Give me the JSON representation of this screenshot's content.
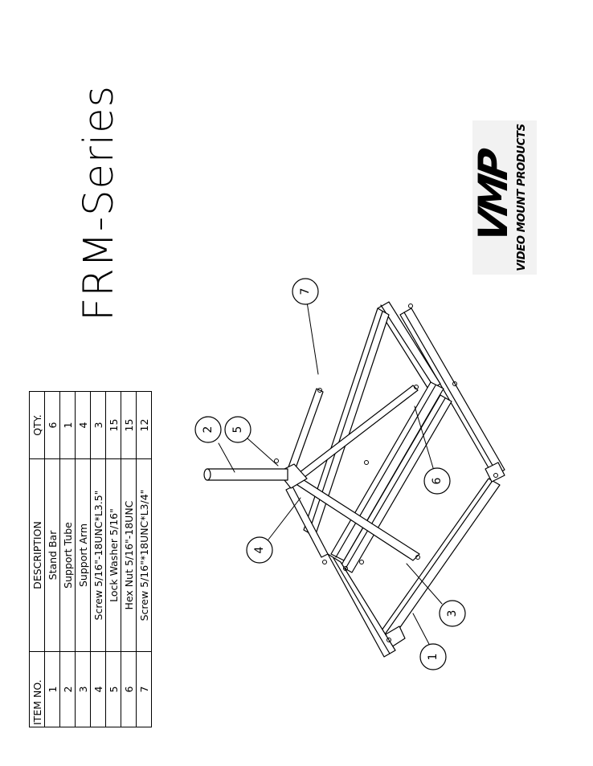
{
  "title": "FRM-Series",
  "logo": {
    "mark": "VMP",
    "subtitle": "VIDEO MOUNT PRODUCTS"
  },
  "bom": {
    "headers": {
      "item": "ITEM NO.",
      "description": "DESCRIPTION",
      "qty": "QTY."
    },
    "rows": [
      {
        "item": "1",
        "description": "Stand Bar",
        "qty": "6"
      },
      {
        "item": "2",
        "description": "Support Tube",
        "qty": "1"
      },
      {
        "item": "3",
        "description": "Support Arm",
        "qty": "4"
      },
      {
        "item": "4",
        "description": "Screw 5/16\"-18UNC*L3.5\"",
        "qty": "3"
      },
      {
        "item": "5",
        "description": "Lock Washer 5/16\"",
        "qty": "15"
      },
      {
        "item": "6",
        "description": "Hex Nut 5/16\"-18UNC",
        "qty": "15"
      },
      {
        "item": "7",
        "description": "Screw 5/16\"*18UNC*L3/4\"",
        "qty": "12"
      }
    ]
  },
  "callouts": {
    "c1": "1",
    "c2": "2",
    "c3": "3",
    "c4": "4",
    "c5": "5",
    "c6": "6",
    "c7": "7"
  }
}
